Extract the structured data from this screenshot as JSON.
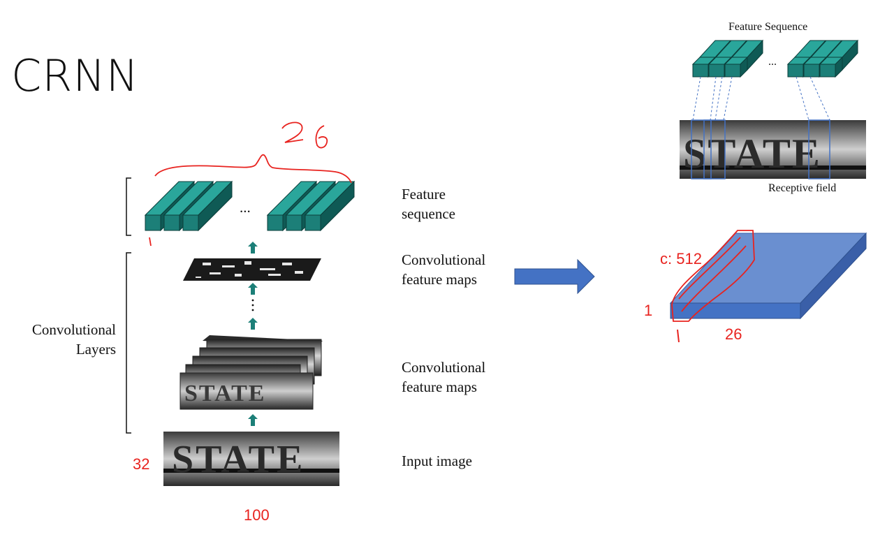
{
  "title": "CRNN",
  "left_diagram": {
    "group_label_line1": "Convolutional",
    "group_label_line2": "Layers",
    "feature_sequence_line1": "Feature",
    "feature_sequence_line2": "sequence",
    "conv_maps_top_line1": "Convolutional",
    "conv_maps_top_line2": "feature maps",
    "conv_maps_mid_line1": "Convolutional",
    "conv_maps_mid_line2": "feature maps",
    "input_image": "Input image",
    "ellipsis": "...",
    "input_word": "STATE"
  },
  "right_diagram": {
    "feature_sequence": "Feature Sequence",
    "receptive_field": "Receptive field",
    "ellipsis": "..."
  },
  "annotations": {
    "height": "32",
    "width": "100",
    "seq_length_handwritten": "26",
    "seq_index_handwritten": "1",
    "channels": "c: 512",
    "map_height": "1",
    "map_width": "26"
  },
  "colors": {
    "teal_front": "#1c7f78",
    "teal_side": "#0f5a55",
    "teal_top": "#2aa69b",
    "annotation_red": "#e8231f",
    "cube_front": "#4472c4",
    "cube_top": "#6a8fd0",
    "cube_side": "#3a5fa8"
  }
}
